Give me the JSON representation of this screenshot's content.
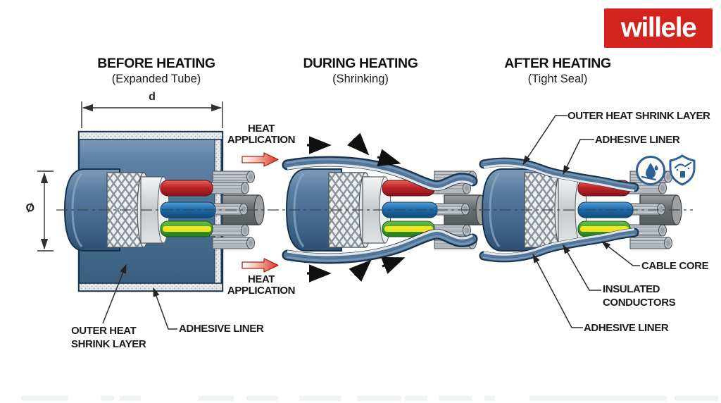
{
  "brand": {
    "name": "willele"
  },
  "stages": [
    {
      "title": "BEFORE HEATING",
      "subtitle": "(Expanded Tube)"
    },
    {
      "title": "DURING HEATING",
      "subtitle": "(Shrinking)"
    },
    {
      "title": "AFTER HEATING",
      "subtitle": "(Tight Seal)"
    }
  ],
  "annotations": {
    "heat_application_line1": "HEAT",
    "heat_application_line2": "APPLICATION",
    "tube_width_label": "d",
    "tube_diameter_label": "Ø",
    "outer_heat_shrink_layer": "OUTER HEAT SHRINK LAYER",
    "adhesive_liner": "ADHESIVE LINER",
    "cable_core": "CABLE CORE",
    "insulated_conductors_line1": "INSULATED",
    "insulated_conductors_line2": "CONDUCTORS",
    "outer_heat_line1": "OUTER HEAT",
    "outer_heat_line2": "SHRINK LAYER"
  },
  "icons": [
    {
      "name": "waterproof-icon"
    },
    {
      "name": "protection-shield-icon"
    }
  ],
  "colors": {
    "brand_red": "#d2231e",
    "tube_blue": "#527699",
    "tube_outline": "#16334d",
    "liner_gray": "#e4e7e9",
    "wire_red": "#c0252a",
    "wire_blue": "#1d6cb0",
    "wire_green": "#3ba02c",
    "wire_yellow": "#f2e41c",
    "core_gray": "#6c7174",
    "icon_blue": "#2e6096",
    "text_black": "#1c1c1c"
  }
}
